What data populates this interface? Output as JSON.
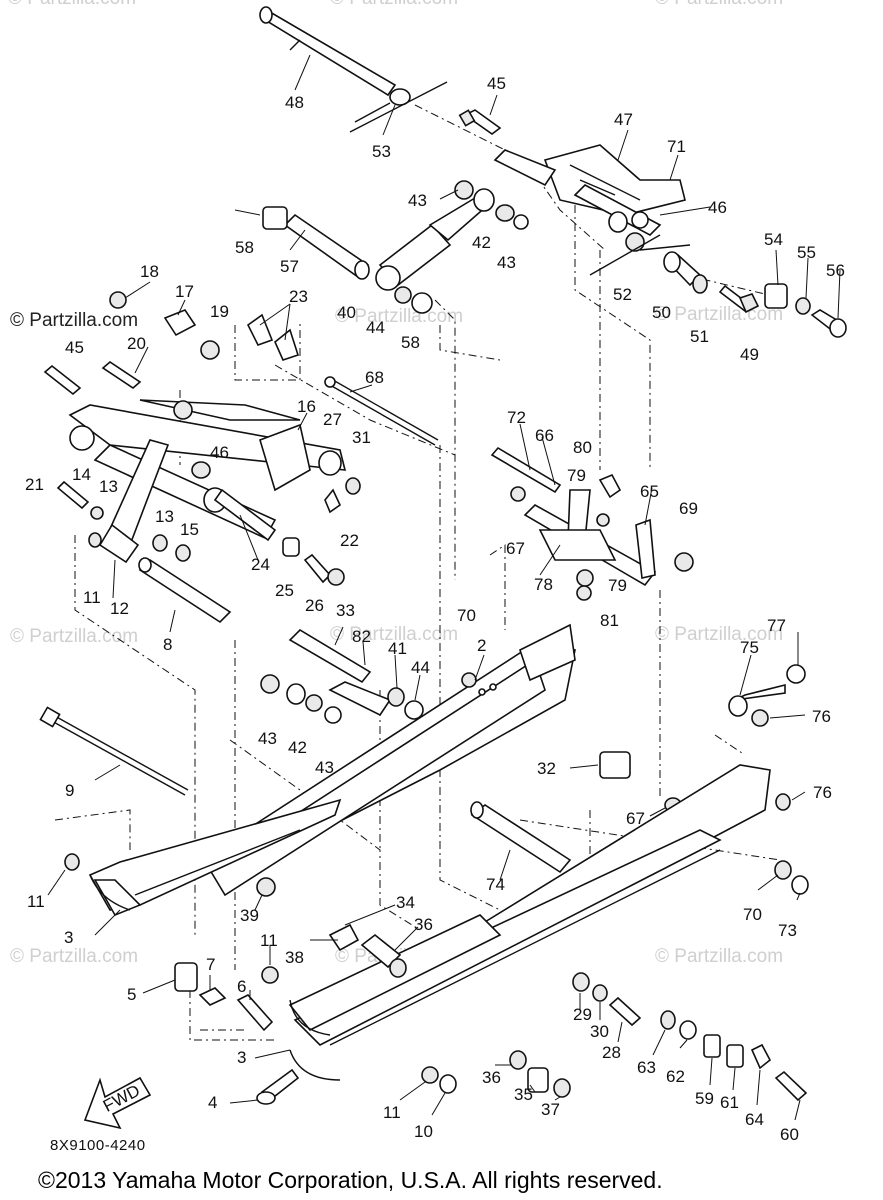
{
  "watermarks": {
    "text_light": "© Partzilla.com",
    "text_dark": "© Partzilla.com"
  },
  "diagram": {
    "code": "8X9100-4240",
    "copyright": "©2013  Yamaha Motor Corporation, U.S.A. All rights reserved.",
    "direction_label": "FWD",
    "callouts": [
      "48",
      "53",
      "45",
      "47",
      "71",
      "46",
      "43",
      "42",
      "43",
      "58",
      "57",
      "54",
      "55",
      "56",
      "52",
      "50",
      "51",
      "49",
      "40",
      "44",
      "58",
      "18",
      "17",
      "19",
      "23",
      "45",
      "20",
      "68",
      "16",
      "27",
      "31",
      "46",
      "21",
      "14",
      "13",
      "22",
      "72",
      "66",
      "80",
      "79",
      "65",
      "69",
      "67",
      "79",
      "78",
      "81",
      "13",
      "15",
      "24",
      "25",
      "26",
      "11",
      "12",
      "8",
      "33",
      "82",
      "41",
      "44",
      "70",
      "2",
      "77",
      "75",
      "76",
      "43",
      "42",
      "43",
      "9",
      "32",
      "76",
      "67",
      "74",
      "11",
      "3",
      "39",
      "34",
      "36",
      "38",
      "11",
      "5",
      "7",
      "6",
      "70",
      "73",
      "29",
      "30",
      "28",
      "63",
      "62",
      "59",
      "61",
      "64",
      "60",
      "3",
      "36",
      "35",
      "37",
      "4",
      "11",
      "10"
    ]
  }
}
